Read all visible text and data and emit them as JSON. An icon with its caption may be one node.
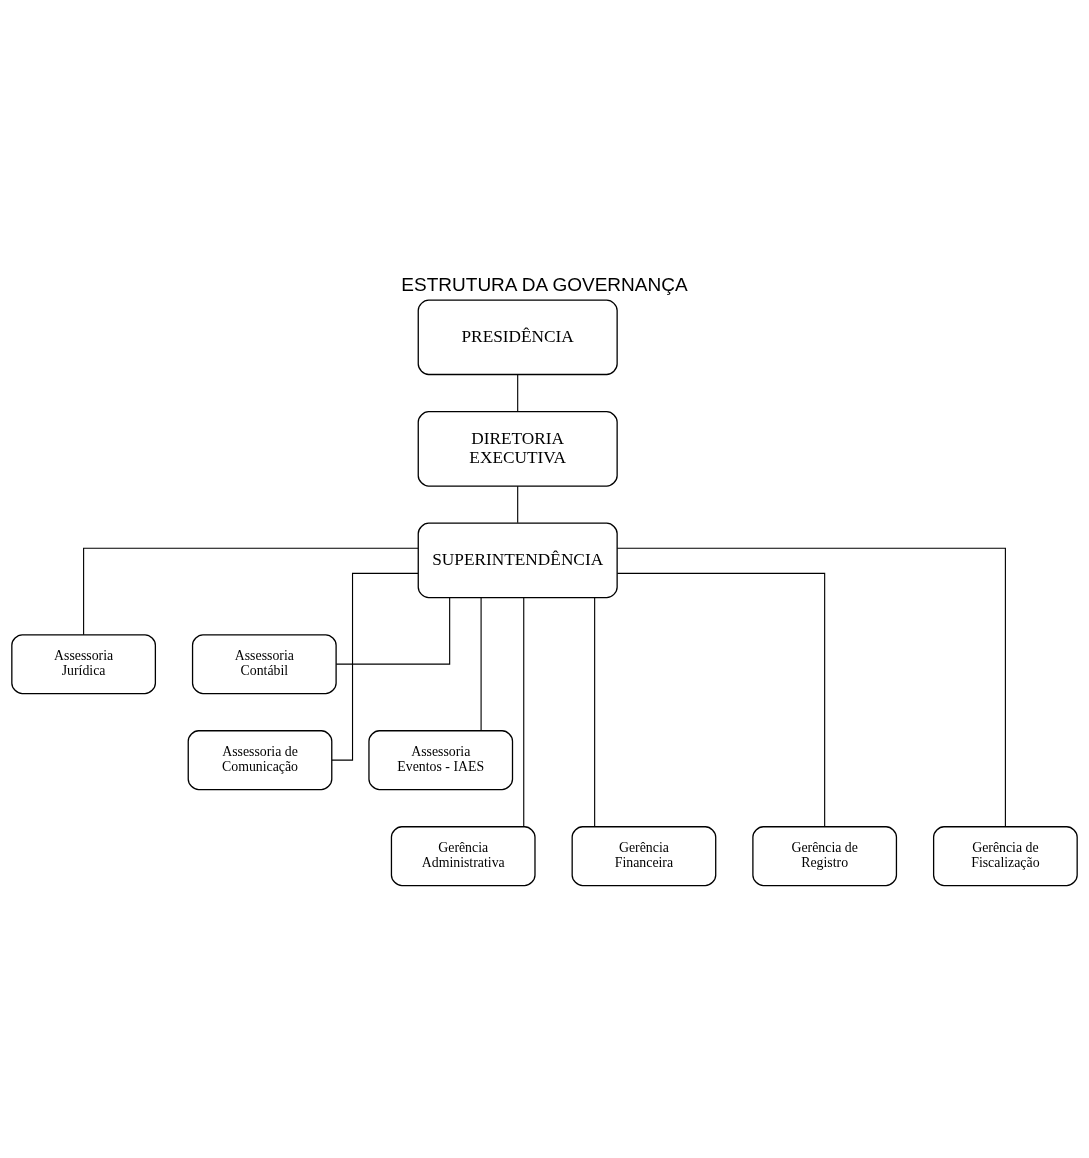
{
  "diagram": {
    "title": "ESTRUTURA DA GOVERNANÇA",
    "nodes": [
      {
        "text": [
          "PRESIDÊNCIA"
        ]
      },
      {
        "text": [
          "DIRETORIA EXECUTIVA"
        ]
      },
      {
        "text": [
          "SUPERINTENDÊNCIA"
        ]
      },
      {
        "text": [
          "Assessoria Jurídica"
        ]
      },
      {
        "text": [
          "Assessoria Contábil"
        ]
      },
      {
        "text": [
          "Assessoria de Comunicação"
        ]
      },
      {
        "text": [
          "Assessoria Eventos - IAES"
        ]
      },
      {
        "text": [
          "Gerência Administrativa"
        ]
      },
      {
        "text": [
          "Gerência Financeira"
        ]
      },
      {
        "text": [
          "Gerência de Registro"
        ]
      },
      {
        "text": [
          "Gerência de Fiscalização"
        ]
      }
    ],
    "edges": [
      {
        "from": 0,
        "to": 1,
        "arrow": "none"
      },
      {
        "from": 1,
        "to": 2,
        "arrow": "none"
      },
      {
        "from": 2,
        "to": 3,
        "arrow": "none"
      },
      {
        "from": 2,
        "to": 4,
        "arrow": "none"
      },
      {
        "from": 2,
        "to": 5,
        "arrow": "none"
      },
      {
        "from": 2,
        "to": 6,
        "arrow": "none"
      },
      {
        "from": 2,
        "to": 7,
        "arrow": "none"
      },
      {
        "from": 2,
        "to": 8,
        "arrow": "none"
      },
      {
        "from": 2,
        "to": 9,
        "arrow": "none"
      },
      {
        "from": 2,
        "to": 10,
        "arrow": "none"
      }
    ]
  }
}
